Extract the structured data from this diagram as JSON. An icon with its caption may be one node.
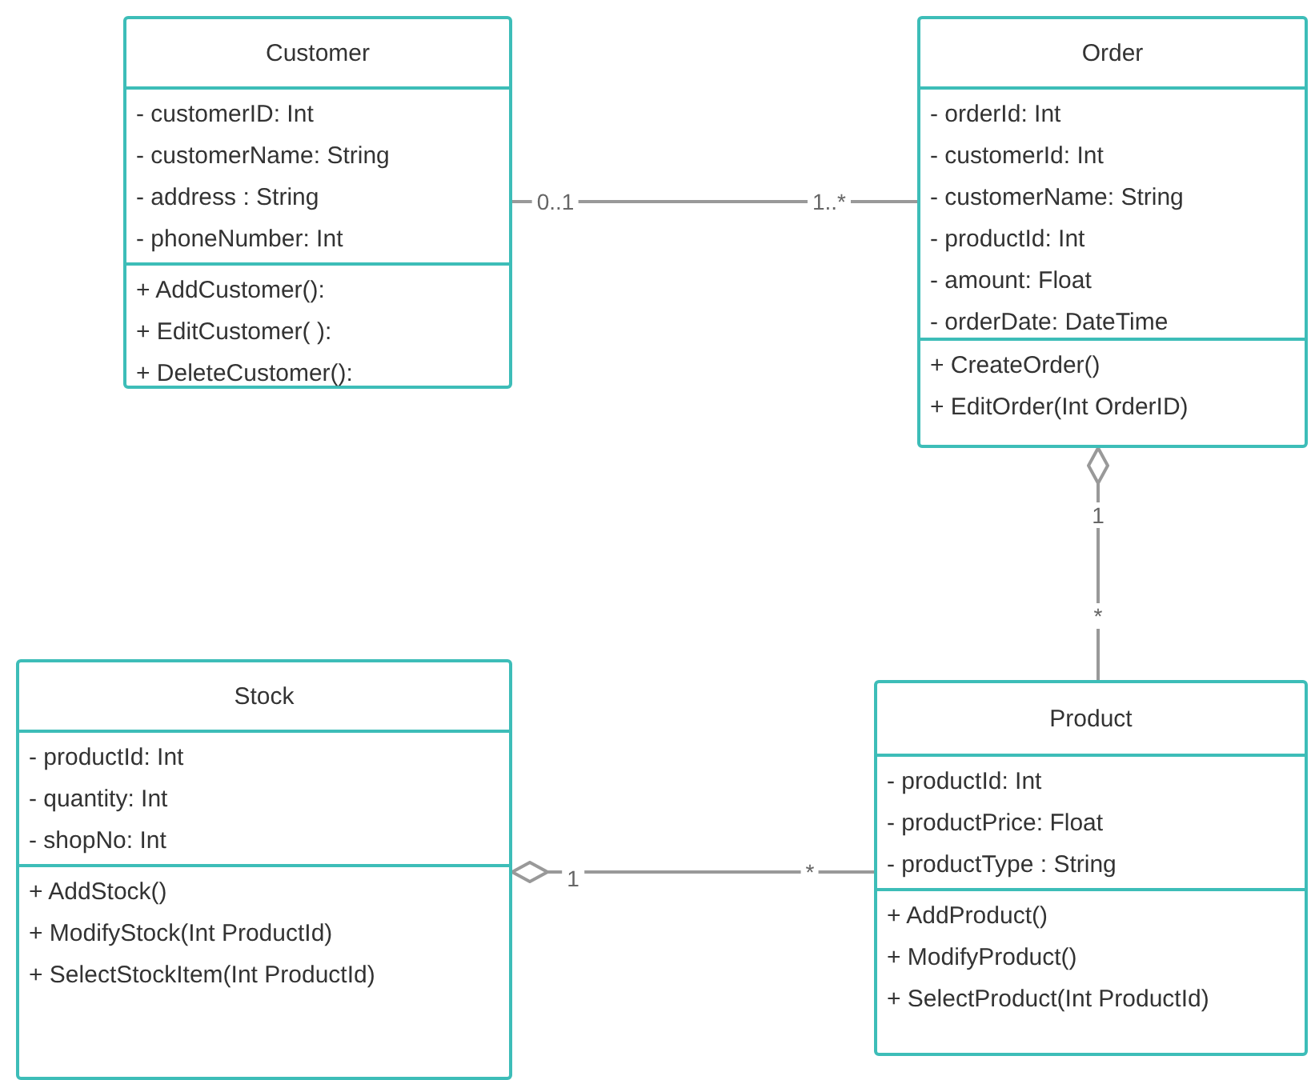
{
  "diagram": {
    "nodes": [
      {
        "text": [
          "Customer"
        ]
      },
      {
        "text": [
          "- customerID: Int",
          "- customerName: String",
          "- address : String",
          "- phoneNumber: Int"
        ],
        "in": 0
      },
      {
        "text": [
          "+ AddCustomer():",
          "+ EditCustomer( ):",
          "+ DeleteCustomer():"
        ],
        "in": 0
      },
      {
        "text": [
          "Order"
        ]
      },
      {
        "text": [
          "- orderId: Int",
          "- customerId: Int",
          "- customerName: String",
          "- productId: Int",
          "- amount: Float",
          "- orderDate: DateTime"
        ],
        "in": 3
      },
      {
        "text": [
          "+ CreateOrder()",
          "+ EditOrder(Int OrderID)"
        ],
        "in": 3
      },
      {
        "text": [
          "Stock"
        ]
      },
      {
        "text": [
          "- productId: Int",
          "- quantity: Int",
          "- shopNo: Int"
        ],
        "in": 6
      },
      {
        "text": [
          "+ AddStock()",
          "+ ModifyStock(Int ProductId)",
          "+ SelectStockItem(Int ProductId)"
        ],
        "in": 6
      },
      {
        "text": [
          "Product"
        ]
      },
      {
        "text": [
          "- productId: Int",
          "- productPrice: Float",
          "- productType : String"
        ],
        "in": 9
      },
      {
        "text": [
          "+ AddProduct()",
          "+ ModifyProduct()",
          "+ SelectProduct(Int ProductId)"
        ],
        "in": 9
      }
    ],
    "edges": [
      {
        "from": 0,
        "to": 3,
        "arrow": "none"
      },
      {
        "from": 3,
        "to": 9,
        "arrow": "other"
      },
      {
        "from": 6,
        "to": 9,
        "arrow": "other"
      }
    ],
    "labels": [
      "0..1",
      "1..*",
      "1",
      "*",
      "1",
      "*"
    ]
  }
}
